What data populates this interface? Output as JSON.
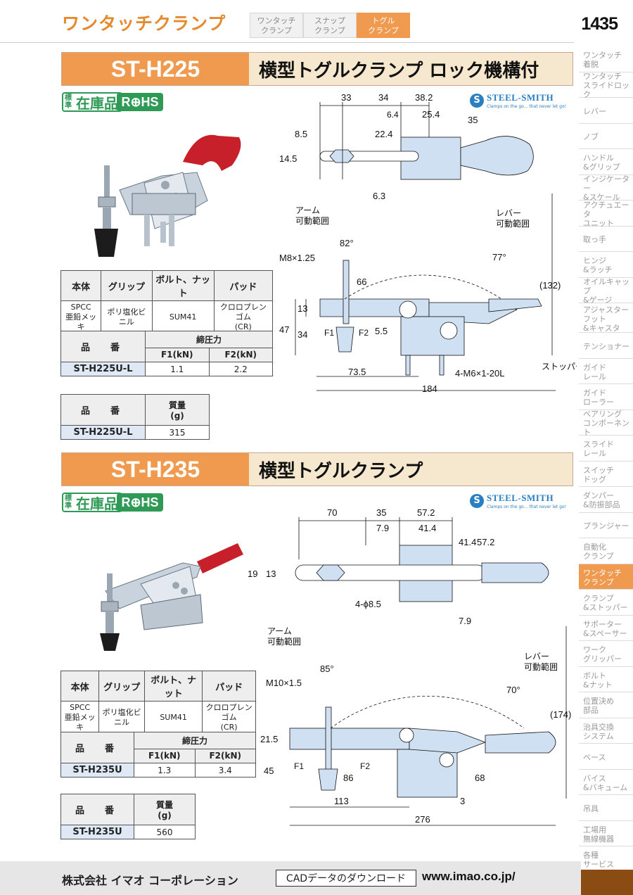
{
  "header": {
    "title": "ワンタッチクランプ",
    "tabs": [
      {
        "label": "ワンタッチ\nクランプ",
        "active": false
      },
      {
        "label": "スナップ\nクランプ",
        "active": false
      },
      {
        "label": "トグル\nクランプ",
        "active": true
      }
    ],
    "page_number": "1435"
  },
  "sidebar": {
    "items": [
      {
        "label": "ワンタッチ\n着脱"
      },
      {
        "label": "ワンタッチ\nスライドロック"
      },
      {
        "label": "レバー"
      },
      {
        "label": "ノブ"
      },
      {
        "label": "ハンドル\n&グリップ"
      },
      {
        "label": "インジケーター\n&スケール"
      },
      {
        "label": "アクチュエータ\nユニット"
      },
      {
        "label": "取っ手"
      },
      {
        "label": "ヒンジ\n&ラッチ"
      },
      {
        "label": "オイルキャップ\n&ゲージ"
      },
      {
        "label": "アジャスター\nフット\n&キャスタ"
      },
      {
        "label": "テンショナー"
      },
      {
        "label": "ガイド\nレール"
      },
      {
        "label": "ガイド\nローラー"
      },
      {
        "label": "ベアリング\nコンポーネント"
      },
      {
        "label": "スライド\nレール"
      },
      {
        "label": "スイッチ\nドッグ"
      },
      {
        "label": "ダンパー\n&防振部品"
      },
      {
        "label": "プランジャー"
      },
      {
        "label": "自動化\nクランプ"
      },
      {
        "label": "ワンタッチ\nクランプ",
        "active": true
      },
      {
        "label": "クランプ\n&ストッパー"
      },
      {
        "label": "サポーター\n&スペーサー"
      },
      {
        "label": "ワーク\nグリッパー"
      },
      {
        "label": "ボルト\n&ナット"
      },
      {
        "label": "位置決め\n部品"
      },
      {
        "label": "治具交換\nシステム"
      },
      {
        "label": "ベース"
      },
      {
        "label": "バイス\n&バキューム"
      },
      {
        "label": "吊具"
      },
      {
        "label": "工場用\n無線機器"
      },
      {
        "label": "各種\nサービス"
      }
    ]
  },
  "colors": {
    "accent": "#ef9a4f",
    "stock_green": "#2e9a55",
    "brand_blue": "#2a7fc2",
    "highlight_blue": "#dfe9f6"
  },
  "badges": {
    "stock_small": "標\n準",
    "stock": "在庫品",
    "rohs": "R⊕HS"
  },
  "brand": {
    "name": "STEEL-SMITH",
    "tagline": "Clamps on the go... that never let go!"
  },
  "products": [
    {
      "code": "ST-H225",
      "name": "横型トグルクランプ ロック機構付",
      "materials": {
        "headers": [
          "本体",
          "グリップ",
          "ボルト、ナット",
          "パッド"
        ],
        "values": [
          "SPCC\n亜鉛メッキ",
          "ポリ塩化ビニル",
          "SUM41",
          "クロロプレンゴム\n(CR)"
        ]
      },
      "force": {
        "part_label": "品　番",
        "header": "締圧力",
        "f1": "F1(kN)",
        "f2": "F2(kN)",
        "part": "ST-H225U-L",
        "f1_val": "1.1",
        "f2_val": "2.2"
      },
      "mass": {
        "part_label": "品　番",
        "header": "質量\n(g)",
        "part": "ST-H225U-L",
        "value": "315"
      },
      "dims": {
        "d33": "33",
        "d34": "34",
        "d38_2": "38.2",
        "d6_4": "6.4",
        "d25_4": "25.4",
        "d35": "35",
        "d8_5": "8.5",
        "d22_4": "22.4",
        "d14_5": "14.5",
        "d6_3": "6.3",
        "arm": "アーム\n可動範囲",
        "arm_ang": "82°",
        "lever": "レバー\n可動範囲",
        "lever_ang": "77°",
        "thread": "M8×1.25",
        "d66": "66",
        "d132": "(132)",
        "d13": "13",
        "d47": "47",
        "d34b": "34",
        "d5_5": "5.5",
        "f1": "F1",
        "f2": "F2",
        "d73_5": "73.5",
        "d184": "184",
        "bolt": "4-M6×1-20L",
        "stopper": "ストッパー"
      }
    },
    {
      "code": "ST-H235",
      "name": "横型トグルクランプ",
      "materials": {
        "headers": [
          "本体",
          "グリップ",
          "ボルト、ナット",
          "パッド"
        ],
        "values": [
          "SPCC\n亜鉛メッキ",
          "ポリ塩化ビニル",
          "SUM41",
          "クロロプレンゴム\n(CR)"
        ]
      },
      "force": {
        "part_label": "品　番",
        "header": "締圧力",
        "f1": "F1(kN)",
        "f2": "F2(kN)",
        "part": "ST-H235U",
        "f1_val": "1.3",
        "f2_val": "3.4"
      },
      "mass": {
        "part_label": "品　番",
        "header": "質量\n(g)",
        "part": "ST-H235U",
        "value": "560"
      },
      "dims": {
        "d70": "70",
        "d35": "35",
        "d57_2": "57.2",
        "d7_9": "7.9",
        "d41_4": "41.4",
        "d41_4v": "41.4",
        "d57_2v": "57.2",
        "d19": "19",
        "d13": "13",
        "hole": "4-ϕ8.5",
        "d7_9v": "7.9",
        "arm": "アーム\n可動範囲",
        "arm_ang": "85°",
        "lever": "レバー\n可動範囲",
        "lever_ang": "70°",
        "thread": "M10×1.5",
        "d174": "(174)",
        "d21_5": "21.5",
        "d45": "45",
        "d86": "86",
        "d68": "68",
        "f1": "F1",
        "f2": "F2",
        "d113": "113",
        "d3": "3",
        "d276": "276"
      }
    }
  ],
  "footer": {
    "company": "株式会社 イマオ コーポレーション",
    "cad": "CADデータのダウンロード",
    "url": "www.imao.co.jp/"
  }
}
